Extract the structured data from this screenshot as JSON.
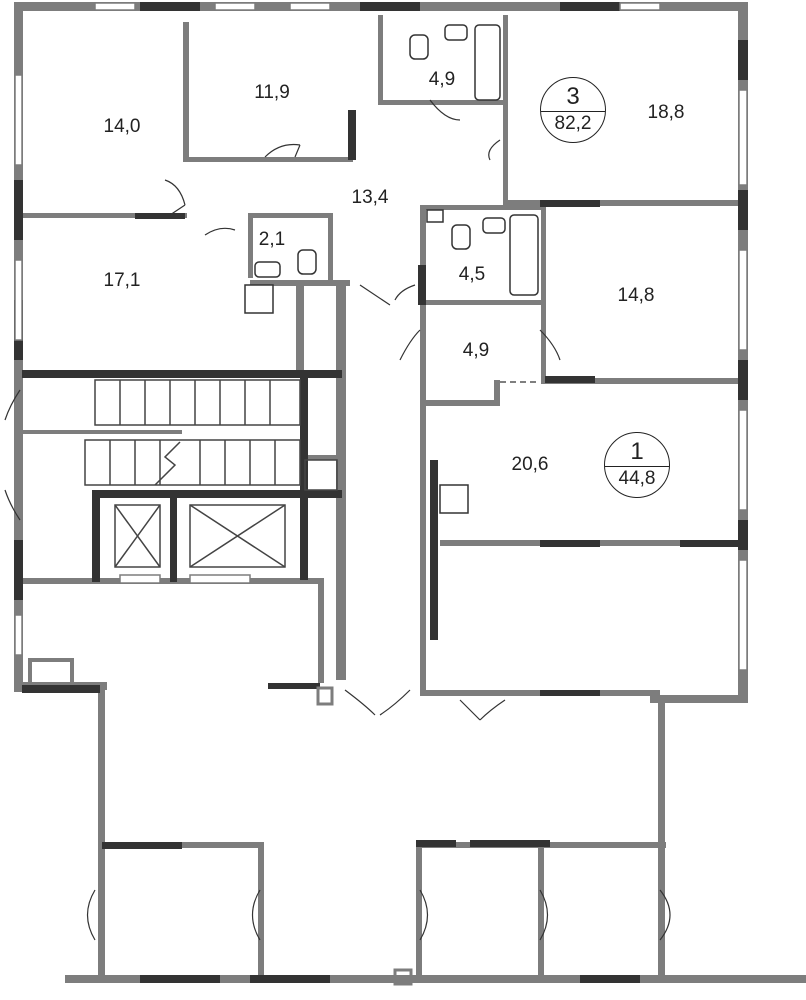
{
  "rooms": [
    {
      "id": "r1",
      "area": "14,0"
    },
    {
      "id": "r2",
      "area": "11,9"
    },
    {
      "id": "r3",
      "area": "4,9"
    },
    {
      "id": "r4",
      "area": "18,8"
    },
    {
      "id": "r5",
      "area": "13,4"
    },
    {
      "id": "r6",
      "area": "2,1"
    },
    {
      "id": "r7",
      "area": "17,1"
    },
    {
      "id": "r8",
      "area": "4,5"
    },
    {
      "id": "r9",
      "area": "14,8"
    },
    {
      "id": "r10",
      "area": "4,9"
    },
    {
      "id": "r11",
      "area": "20,6"
    }
  ],
  "apartments": [
    {
      "rooms": "3",
      "total_area": "82,2"
    },
    {
      "rooms": "1",
      "total_area": "44,8"
    }
  ],
  "colors": {
    "wall": "#7d7d7d",
    "dark_wall": "#333333",
    "line": "#222222"
  }
}
